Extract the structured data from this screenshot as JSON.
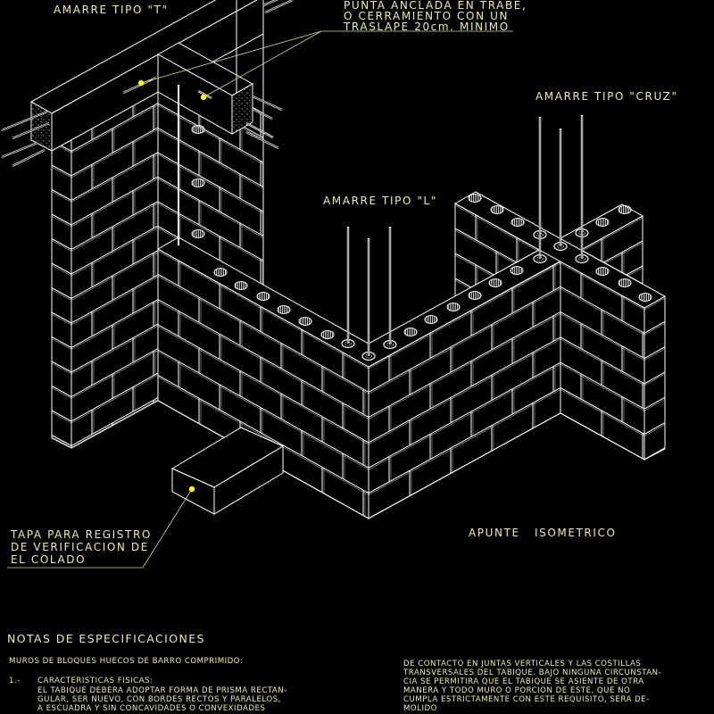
{
  "colors": {
    "background": "#000000",
    "lines": "#ffffff",
    "text": "#ecebb0",
    "leader": "#d8d69a",
    "marker": "#ffff00"
  },
  "labels": {
    "amarre_t": "AMARRE TIPO \"T\"",
    "amarre_cruz": "AMARRE TIPO \"CRUZ\"",
    "amarre_l": "AMARRE TIPO \"L\"",
    "trabe_note": [
      "PUNTA ANCLADA EN TRABE,",
      "O CERRAMIENTO CON UN",
      "TRASLAPE 20cm. MINIMO"
    ],
    "tapa_note": [
      "TAPA PARA REGISTRO",
      "DE VERIFICACION DE",
      "EL COLADO"
    ],
    "apunte": "APUNTE   ISOMETRICO"
  },
  "notes": {
    "title": "NOTAS DE ESPECIFICACIONES",
    "subtitle": "MUROS DE BLOQUES HUECOS DE BARRO COMPRIMIDO:",
    "item_number": "1.-",
    "item_title": "CARACTERISTICAS FISICAS:",
    "left_lines": [
      "EL TABIQUE DEBERA ADOPTAR FORMA DE PRISMA RECTAN-",
      "GULAR, SER NUEVO, CON BORDES RECTOS Y PARALELOS,",
      "A ESCUADRA Y SIN CONCAVIDADES O CONVEXIDADES"
    ],
    "right_lines": [
      "DE CONTACTO EN JUNTAS VERTICALES Y LAS COSTILLAS",
      "TRANSVERSALES DEL TABIQUE. BAJO NINGUNA CIRCUNSTAN-",
      "CIA SE PERMITIRA QUE EL TABIQUE SE ASIENTE DE OTRA",
      "MANERA Y TODO MURO O PORCION DE ESTE, QUE NO",
      "CUMPLA ESTRICTAMENTE CON ESTE REQUISITO, SERA DE-",
      "MOLIDO"
    ]
  }
}
